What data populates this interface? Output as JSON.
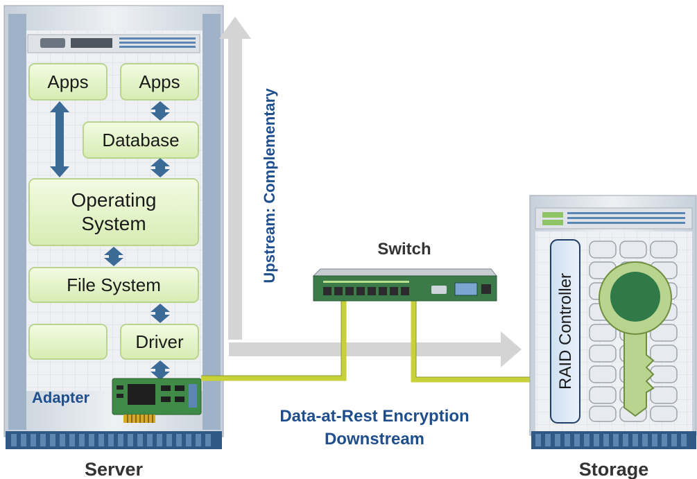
{
  "server": {
    "caption": "Server",
    "stack": {
      "apps_left": "Apps",
      "apps_right": "Apps",
      "database": "Database",
      "os_line1": "Operating",
      "os_line2": "System",
      "file_system": "File System",
      "driver": "Driver"
    },
    "adapter_label": "Adapter"
  },
  "switch_label": "Switch",
  "storage": {
    "caption": "Storage",
    "raid_controller": "RAID Controller"
  },
  "upstream_label": "Upstream: Complementary",
  "downstream_label_line1": "Data-at-Rest Encryption",
  "downstream_label_line2": "Downstream",
  "colors": {
    "box_fill": "#e4f4c8",
    "box_stroke": "#b9d48f",
    "arrow_blue": "#3c6a96",
    "label_blue": "#1f4e8c",
    "cable": "#c7d23a",
    "key_green": "#2f7a47"
  }
}
